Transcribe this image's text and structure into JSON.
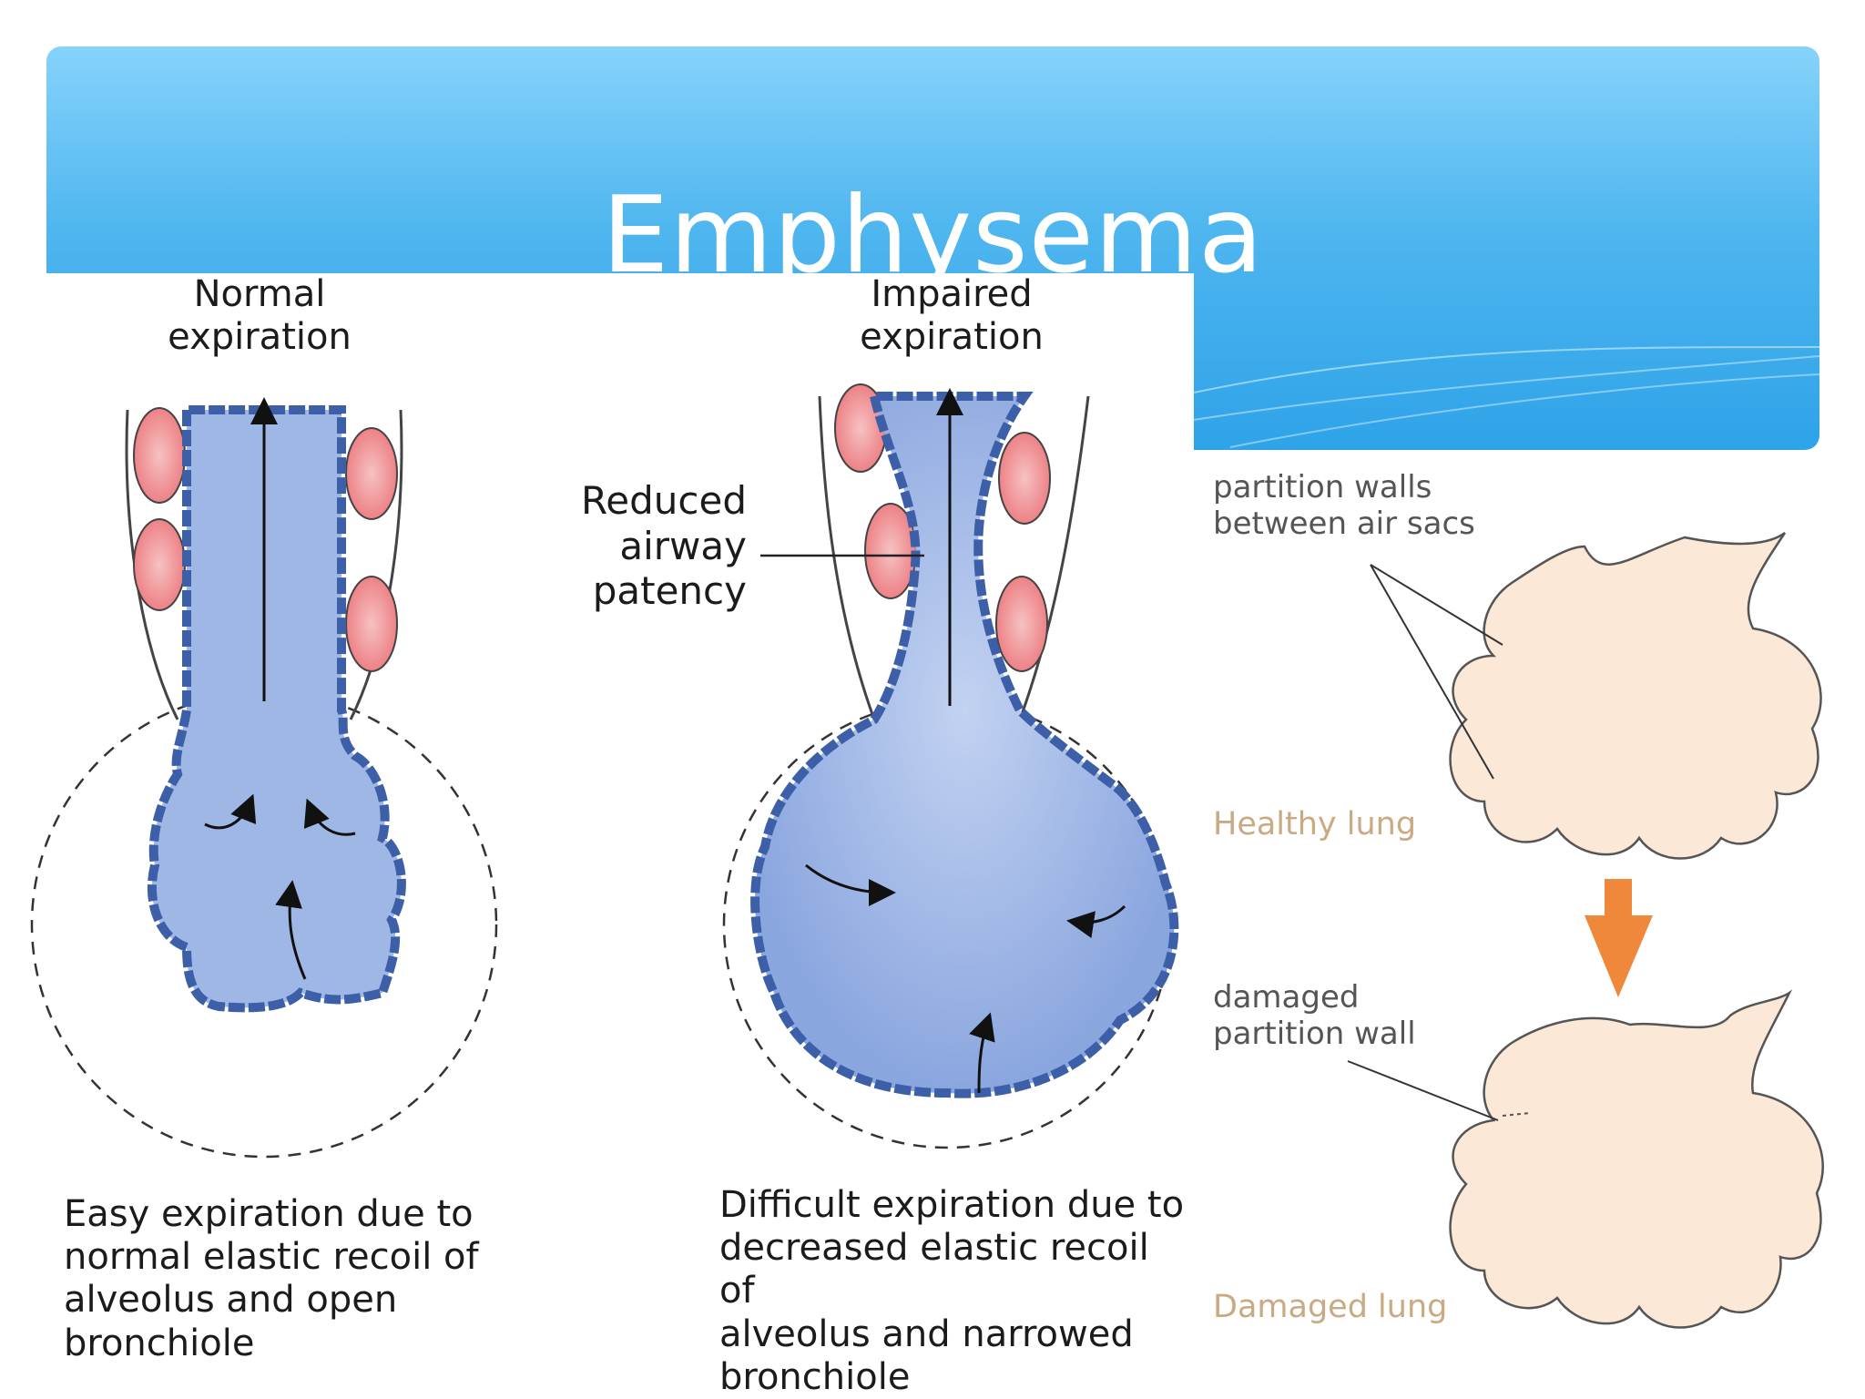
{
  "slide": {
    "title": "Emphysema"
  },
  "diagram": {
    "normal": {
      "heading": "Normal\nexpiration",
      "caption": "Easy expiration due to\nnormal elastic recoil of\nalveolus and open\nbronchiole"
    },
    "impaired": {
      "heading": "Impaired\nexpiration",
      "callout": "Reduced\nairway\npatency",
      "caption": "Difficult expiration due to\ndecreased elastic recoil of\nalveolus and narrowed\nbronchiole"
    },
    "lungs": {
      "partition_label": "partition walls\nbetween air sacs",
      "healthy_label": "Healthy lung",
      "damaged_partition_label": "damaged\npartition wall",
      "damaged_label": "Damaged lung"
    }
  },
  "colors": {
    "title_bar_top": "#86d3fb",
    "title_bar_bottom": "#2ea3e8",
    "airway_fill": "#9eb6e4",
    "airway_wall": "#3c5fa8",
    "alveolus_fill": "#f08a8a",
    "lung_fill": "#fbe8d6",
    "arrow_orange": "#f0883c"
  }
}
